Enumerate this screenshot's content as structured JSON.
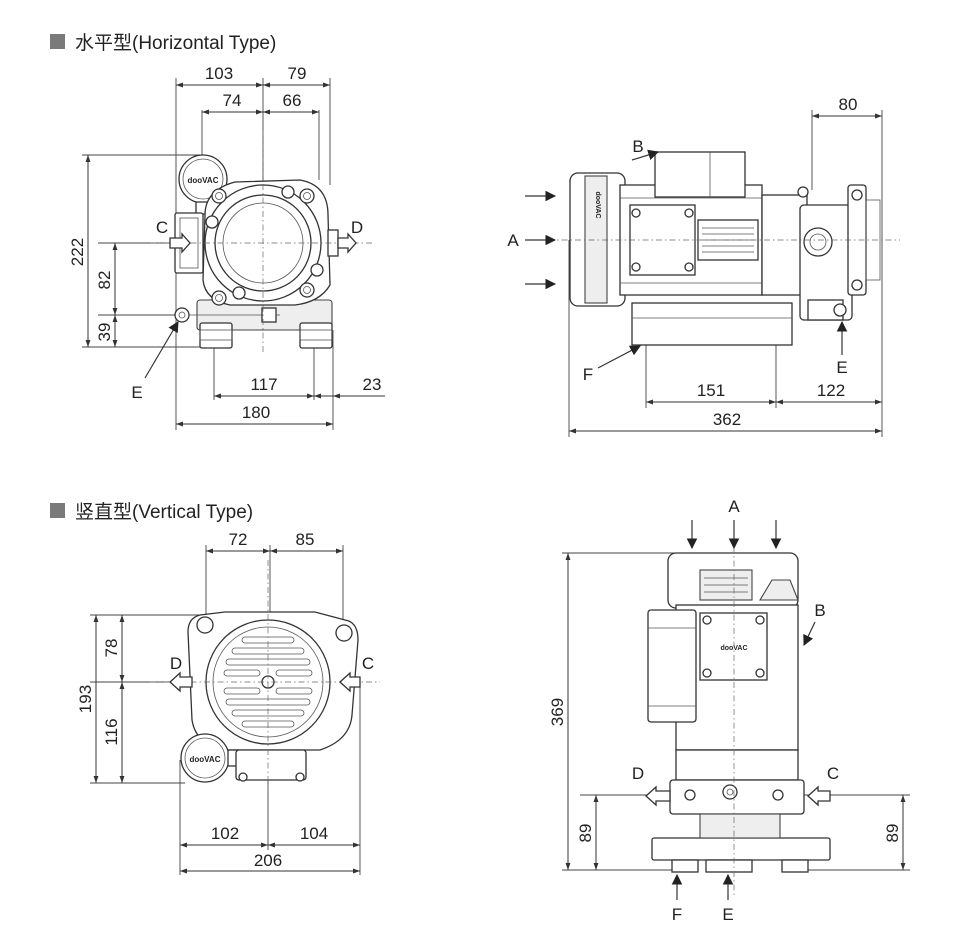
{
  "titles": {
    "horizontal": "水平型(Horizontal Type)",
    "vertical": "竖直型(Vertical Type)"
  },
  "brand": "dooVAC",
  "horizontal_front": {
    "dims": {
      "top_left": "103",
      "top_right": "79",
      "inner_left": "74",
      "inner_right": "66",
      "height_total": "222",
      "height_mid": "82",
      "height_low": "39",
      "base_inner": "117",
      "base_right": "23",
      "base_total": "180"
    },
    "labels": {
      "c": "C",
      "d": "D",
      "e": "E"
    }
  },
  "horizontal_side": {
    "dims": {
      "top_right": "80",
      "base_inner": "151",
      "base_right": "122",
      "total": "362"
    },
    "labels": {
      "a": "A",
      "b": "B",
      "e": "E",
      "f": "F"
    }
  },
  "vertical_top": {
    "dims": {
      "top_left": "72",
      "top_right": "85",
      "height_total": "193",
      "height_upper": "78",
      "height_lower": "116",
      "base_left": "102",
      "base_right": "104",
      "base_total": "206"
    },
    "labels": {
      "d": "D",
      "c": "C"
    }
  },
  "vertical_side": {
    "dims": {
      "height_total": "369",
      "left_low": "89",
      "right_low": "89"
    },
    "labels": {
      "a": "A",
      "b": "B",
      "c": "C",
      "d": "D",
      "e": "E",
      "f": "F"
    }
  }
}
